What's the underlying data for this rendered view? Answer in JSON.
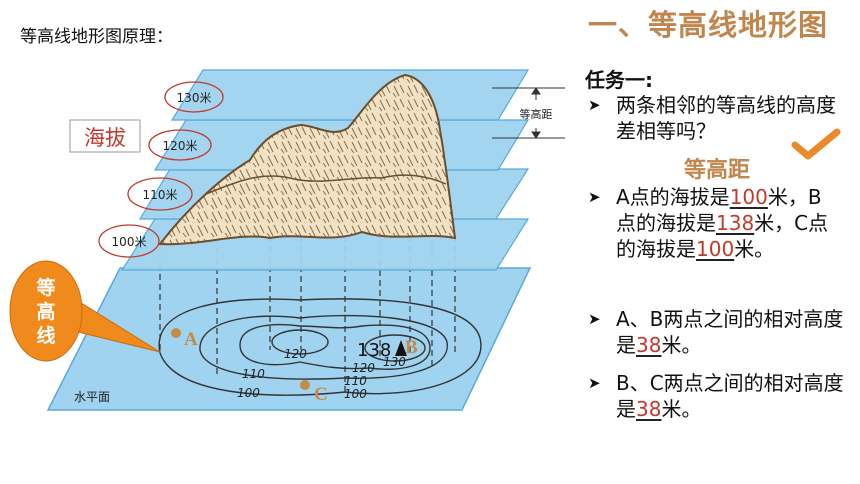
{
  "left_title": "等高线地形图原理：",
  "slide_title": "一、等高线地形图",
  "diagram": {
    "planes": [
      {
        "label": "130米"
      },
      {
        "label": "120米"
      },
      {
        "label": "110米"
      },
      {
        "label": "100米"
      }
    ],
    "altitude_label": "海拔",
    "interval_label": "等高距",
    "callout": {
      "chars": [
        "等",
        "高",
        "线"
      ]
    },
    "base_label": "水平面",
    "contour_labels": {
      "c120": "120",
      "c130": "130",
      "c110a": "110",
      "c120b": "120",
      "c110b": "110",
      "c100a": "100",
      "c100b": "100"
    },
    "points": {
      "A": "A",
      "B": "B",
      "C": "C"
    },
    "peak_label": "138"
  },
  "panel": {
    "task_title": "任务一:",
    "q1": "两条相邻的等高线的高度差相等吗？",
    "emphasis": "等高距",
    "q2": {
      "p1": "A点的海拔是",
      "v1": "100",
      "p2": "米，B点的海拔是",
      "v2": "138",
      "p3": "米，C点的海拔是",
      "v3": "100",
      "p4": "米。"
    },
    "q3": {
      "p1": "A、B两点之间的相对高度是",
      "v1": "38",
      "p2": "米。"
    },
    "q4": {
      "p1": "B、C两点之间的相对高度是",
      "v1": "38",
      "p2": "米。"
    }
  },
  "colors": {
    "plane": "#9fd3ef",
    "plane_edge": "#58a9d8",
    "title": "#c0864d",
    "callout": "#f08a1c",
    "ring": "#c0392b",
    "check": "#ea8a2a"
  }
}
